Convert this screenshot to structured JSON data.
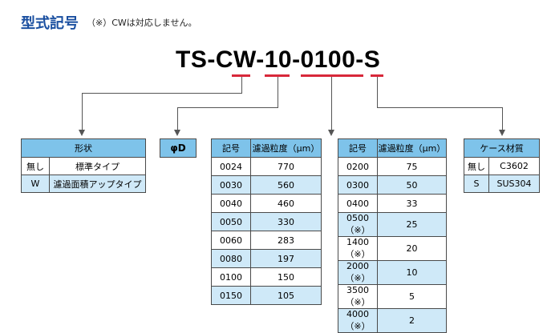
{
  "title": "型式記号",
  "note": "（※）CWは対応しません。",
  "model_code": "TS-CW-10-0100-S",
  "shape_table": {
    "header": "形状",
    "rows": [
      {
        "code": "無し",
        "desc": "標準タイプ"
      },
      {
        "code": "W",
        "desc": "濾過面積アップタイプ"
      }
    ]
  },
  "diameter_label": "φD",
  "filter_table_1": {
    "headers": [
      "記号",
      "濾過粒度（μm）"
    ],
    "rows": [
      {
        "code": "0024",
        "value": "770"
      },
      {
        "code": "0030",
        "value": "560"
      },
      {
        "code": "0040",
        "value": "460"
      },
      {
        "code": "0050",
        "value": "330"
      },
      {
        "code": "0060",
        "value": "283"
      },
      {
        "code": "0080",
        "value": "197"
      },
      {
        "code": "0100",
        "value": "150"
      },
      {
        "code": "0150",
        "value": "105"
      }
    ]
  },
  "filter_table_2": {
    "headers": [
      "記号",
      "濾過粒度（μm）"
    ],
    "rows": [
      {
        "code": "0200",
        "value": "75"
      },
      {
        "code": "0300",
        "value": "50"
      },
      {
        "code": "0400",
        "value": "33"
      },
      {
        "code": "0500（※）",
        "value": "25"
      },
      {
        "code": "1400（※）",
        "value": "20"
      },
      {
        "code": "2000（※）",
        "value": "10"
      },
      {
        "code": "3500（※）",
        "value": "5"
      },
      {
        "code": "4000（※）",
        "value": "2"
      }
    ]
  },
  "material_table": {
    "header": "ケース材質",
    "rows": [
      {
        "code": "無し",
        "desc": "C3602"
      },
      {
        "code": "S",
        "desc": "SUS304"
      }
    ]
  },
  "colors": {
    "title": "#1a4fa0",
    "header_bg": "#7ec3ea",
    "row_highlight": "#cfe9f8",
    "underline": "#d8283a"
  }
}
